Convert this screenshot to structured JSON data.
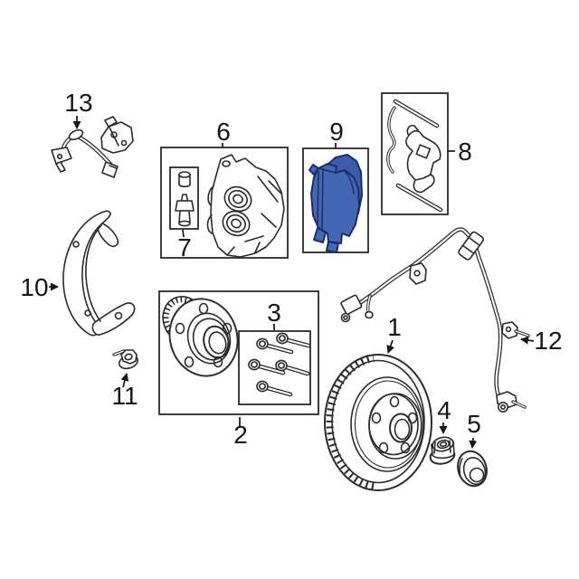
{
  "figure": {
    "background": "#ffffff",
    "line_color": "#2b2b2b",
    "label_color": "#161616",
    "pad_fill": "#4467b4",
    "pad_fill_dark": "#3c5dab",
    "pad_stroke": "#1d2d66"
  },
  "callouts": [
    {
      "label": "1"
    },
    {
      "label": "2"
    },
    {
      "label": "3"
    },
    {
      "label": "4"
    },
    {
      "label": "5"
    },
    {
      "label": "6"
    },
    {
      "label": "7"
    },
    {
      "label": "8"
    },
    {
      "label": "9"
    },
    {
      "label": "10"
    },
    {
      "label": "11"
    },
    {
      "label": "12"
    },
    {
      "label": "13"
    }
  ]
}
